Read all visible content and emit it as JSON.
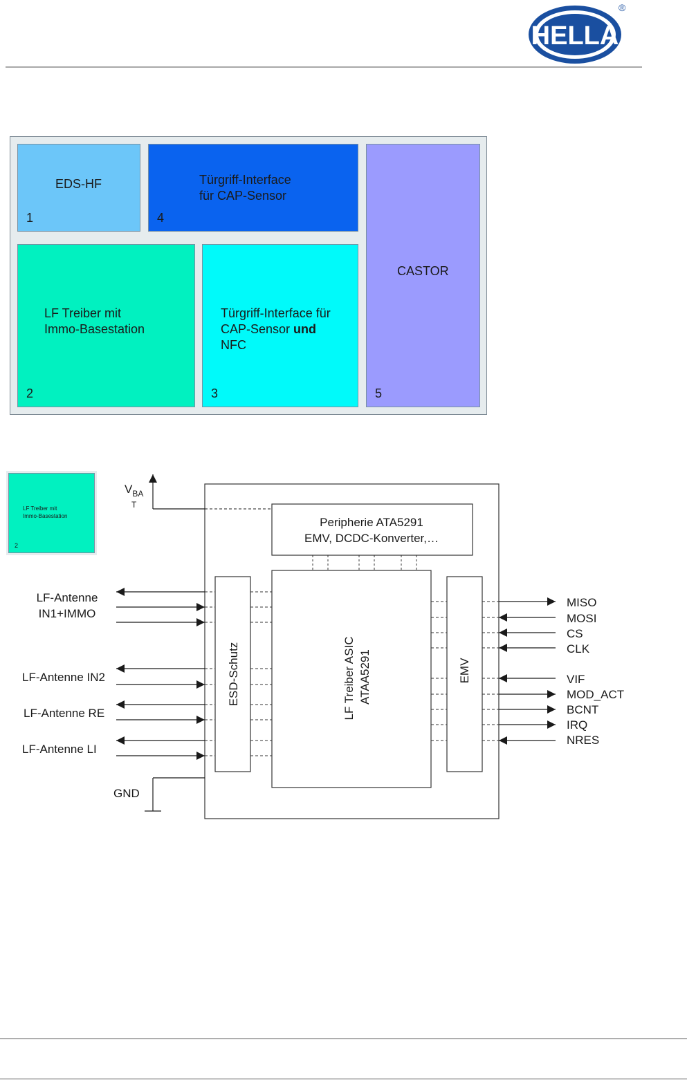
{
  "brand": {
    "name": "HELLA",
    "registered": "®"
  },
  "blocks": {
    "b1": {
      "title": "EDS-HF",
      "number": "1"
    },
    "b4": {
      "line1": "Türgriff-Interface",
      "line2": "für CAP-Sensor",
      "number": "4"
    },
    "b2": {
      "line1": "LF Treiber mit",
      "line2": "Immo-Basestation",
      "number": "2"
    },
    "b3": {
      "line1": "Türgriff-Interface für",
      "line2_plain": "CAP-Sensor ",
      "line2_bold": "und",
      "line3": "NFC",
      "number": "3"
    },
    "b5": {
      "title": "CASTOR",
      "number": "5"
    }
  },
  "colors": {
    "b1": "#6cc6f9",
    "b4": "#0a63ef",
    "b2": "#01f1c0",
    "b3": "#00fafa",
    "b5": "#9b9bfe"
  },
  "thumbnail": {
    "line1": "LF Treiber mit",
    "line2": "Immo-Basestation",
    "number": "2"
  },
  "diagram": {
    "vbat_main": "V",
    "vbat_sub": "BA",
    "vbat_cont": "T",
    "gnd": "GND",
    "peripherie": {
      "line1": "Peripherie ATA5291",
      "line2": "EMV, DCDC-Konverter,…"
    },
    "esd": "ESD-Schutz",
    "asic": {
      "line1": "LF Treiber ASIC",
      "line2": "ATAA5291"
    },
    "emv": "EMV",
    "left_labels": {
      "lf1_line1": "LF-Antenne",
      "lf1_line2": "IN1+IMMO",
      "lf2": "LF-Antenne IN2",
      "lf3": "LF-Antenne RE",
      "lf4": "LF-Antenne LI"
    },
    "right_labels": [
      "MISO",
      "MOSI",
      "CS",
      "CLK",
      "VIF",
      "MOD_ACT",
      "BCNT",
      "IRQ",
      "NRES"
    ]
  }
}
